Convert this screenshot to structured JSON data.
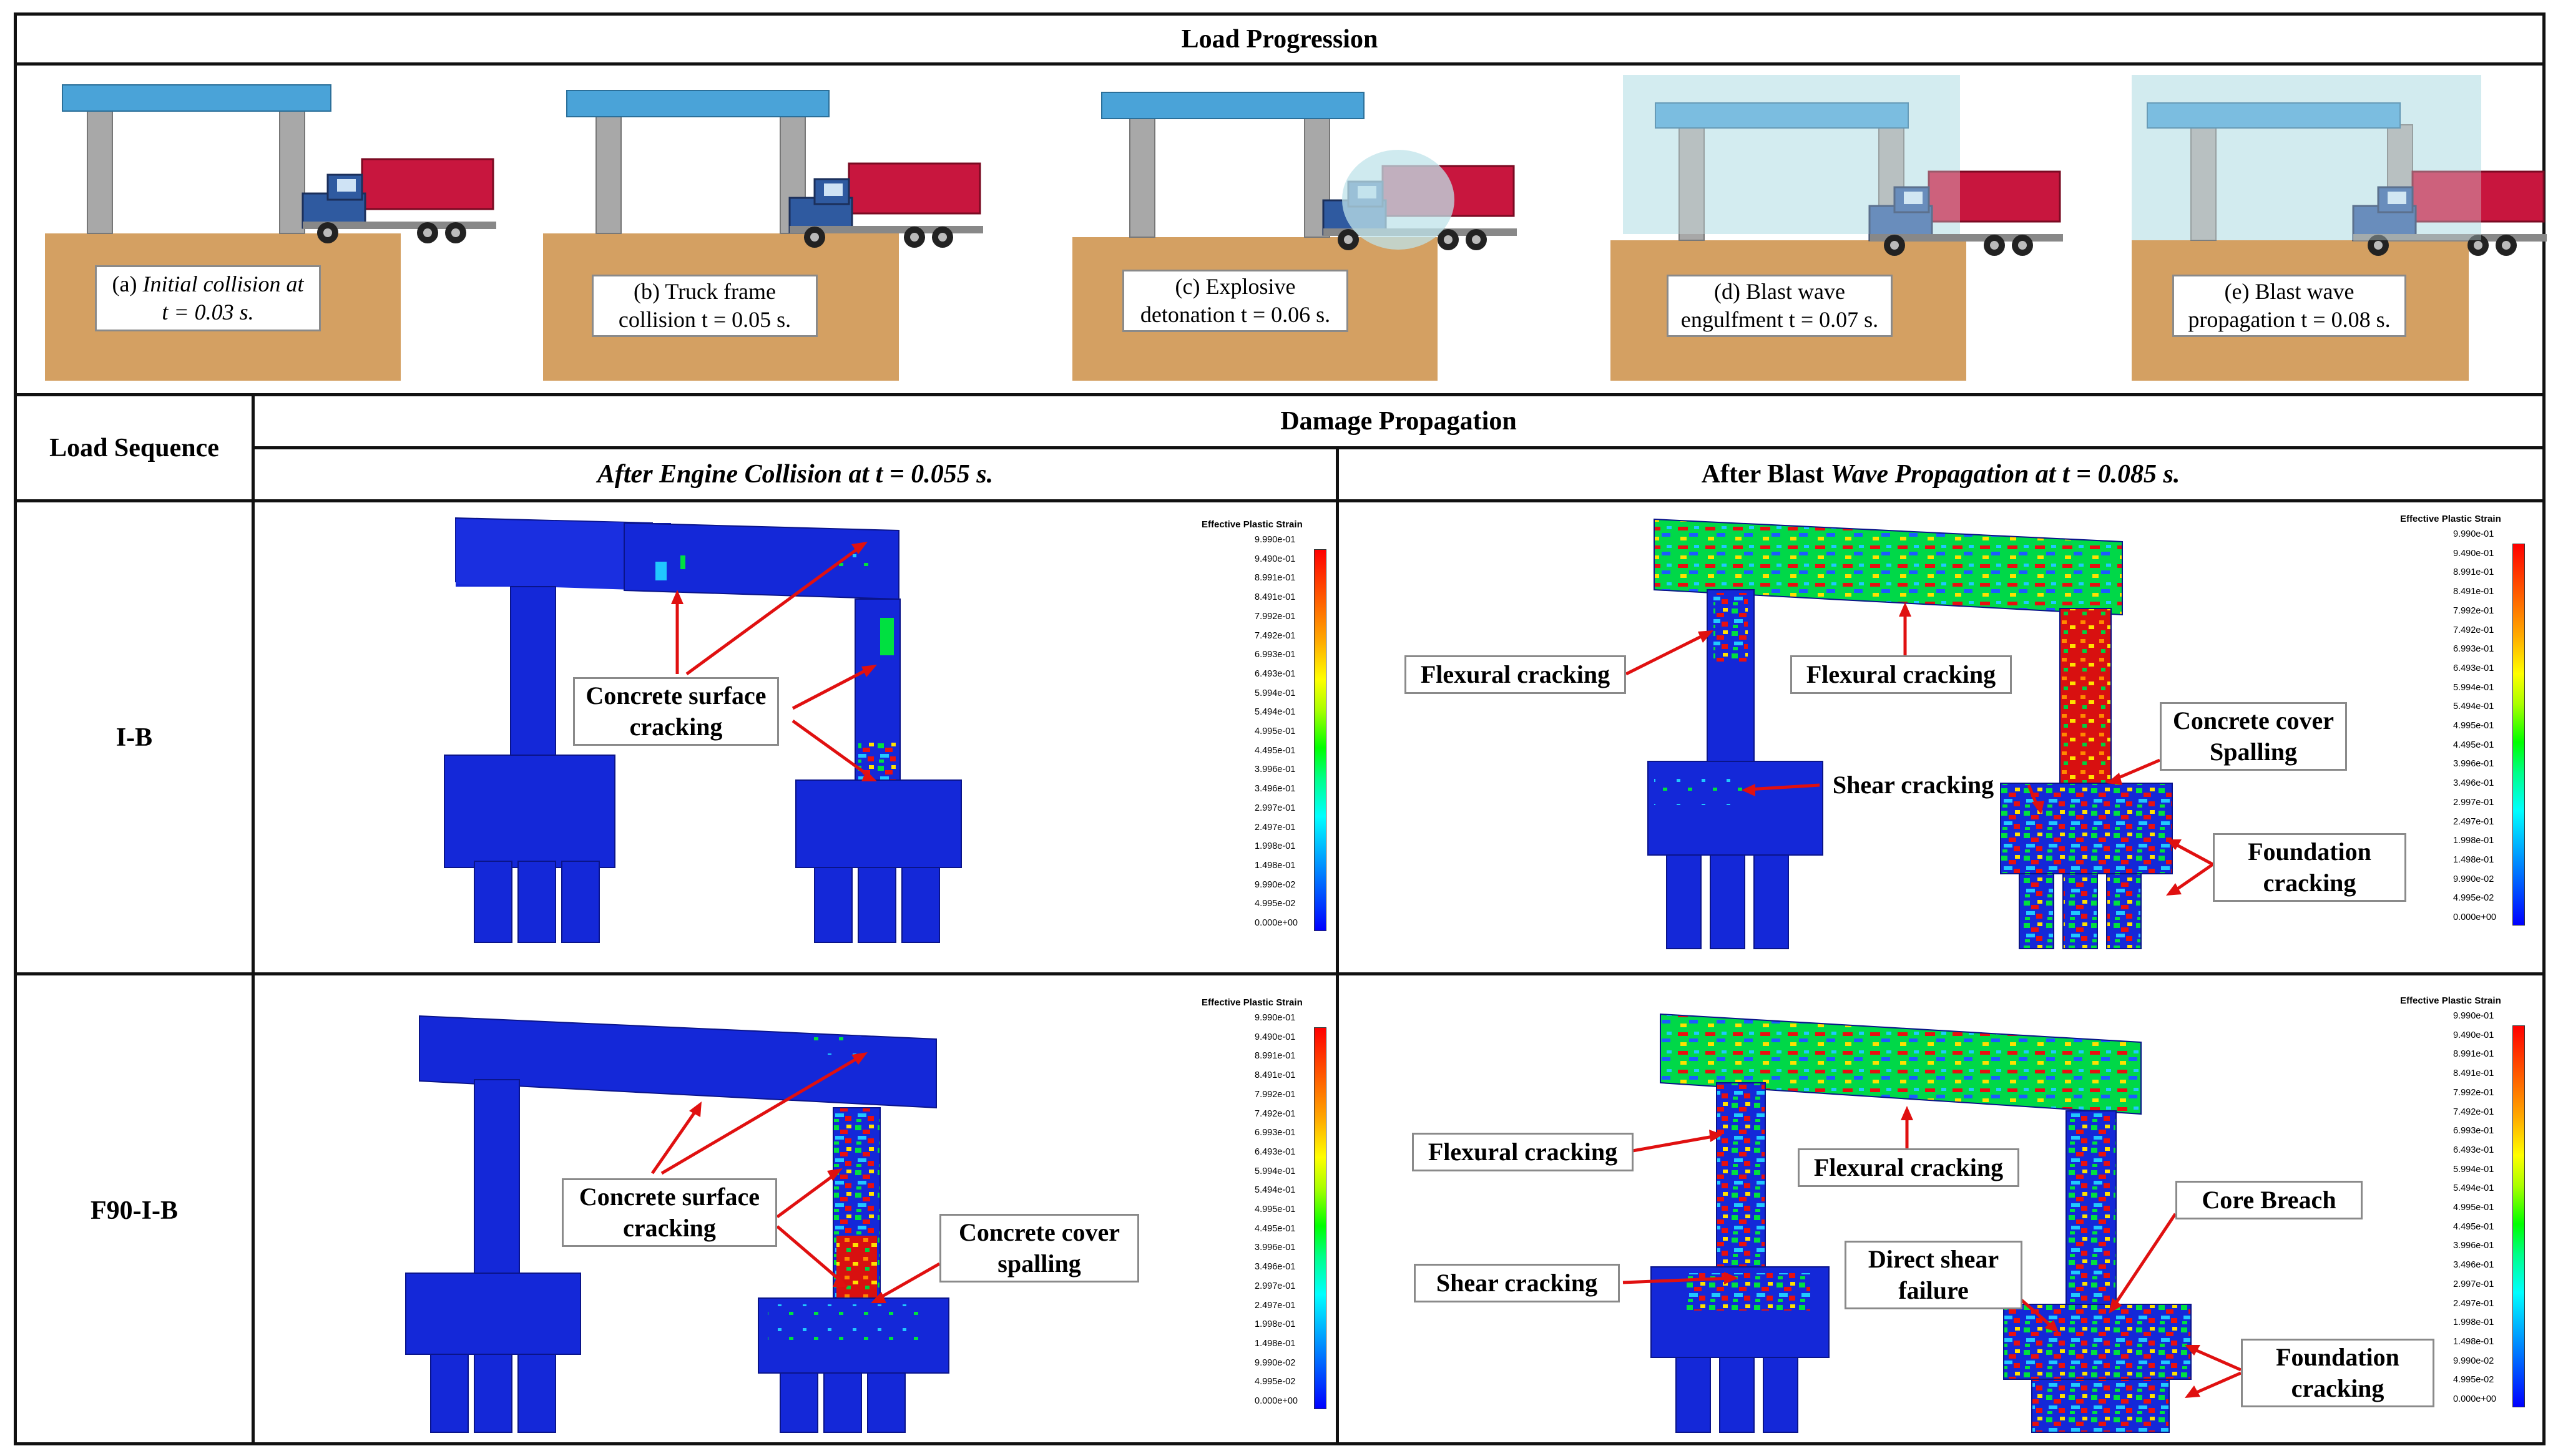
{
  "header": {
    "load_progression": "Load Progression",
    "load_sequence": "Load Sequence",
    "damage_propagation": "Damage Propagation",
    "col_engine": "After Engine Collision at t = 0.055 s.",
    "col_blast_prefix": "After Blast ",
    "col_blast_italic": "Wave Propagation at t = 0.085 s."
  },
  "stages": [
    {
      "line1_plain": "(a) ",
      "line1_ital": "Initial collision at",
      "line2": "t = 0.03 s."
    },
    {
      "line1": "(b) Truck frame",
      "line2": "collision t = 0.05 s."
    },
    {
      "line1": "(c) Explosive",
      "line2": "detonation t = 0.06 s."
    },
    {
      "line1": "(d) Blast wave",
      "line2": "engulfment t = 0.07 s."
    },
    {
      "line1": "(e) Blast wave",
      "line2": "propagation t = 0.08 s."
    }
  ],
  "rows": [
    {
      "label": "I-B"
    },
    {
      "label": "F90-I-B"
    }
  ],
  "callouts": {
    "ib_engine_surface_1": "Concrete surface",
    "ib_engine_surface_2": "cracking",
    "ib_blast_flexural_left": "Flexural cracking",
    "ib_blast_flexural_beam": "Flexural cracking",
    "ib_blast_shear": "Shear cracking",
    "ib_blast_cover_1": "Concrete cover",
    "ib_blast_cover_2": "Spalling",
    "ib_blast_found_1": "Foundation",
    "ib_blast_found_2": "cracking",
    "f90_engine_surface_1": "Concrete surface",
    "f90_engine_surface_2": "cracking",
    "f90_engine_cover_1": "Concrete cover",
    "f90_engine_cover_2": "spalling",
    "f90_blast_flexural_left": "Flexural cracking",
    "f90_blast_flexural_beam": "Flexural cracking",
    "f90_blast_shear": "Shear cracking",
    "f90_blast_direct_1": "Direct shear",
    "f90_blast_direct_2": "failure",
    "f90_blast_core": "Core Breach",
    "f90_blast_found_1": "Foundation",
    "f90_blast_found_2": "cracking"
  },
  "legend": {
    "title": "Effective Plastic Strain",
    "values": [
      "9.990e-01",
      "9.490e-01",
      "8.991e-01",
      "8.491e-01",
      "7.992e-01",
      "7.492e-01",
      "6.993e-01",
      "6.493e-01",
      "5.994e-01",
      "5.494e-01",
      "4.995e-01",
      "4.495e-01",
      "3.996e-01",
      "3.496e-01",
      "2.997e-01",
      "2.497e-01",
      "1.998e-01",
      "1.498e-01",
      "9.990e-02",
      "4.995e-02",
      "0.000e+00"
    ]
  },
  "colors": {
    "deck": "#4aa3d8",
    "pier": "#a8a8a8",
    "ground": "#d4a062",
    "truck_cargo": "#c8163e",
    "truck_cab": "#2f5aa0",
    "fe_blue": "#1428d8",
    "blast_cloud": "#bfe3ea"
  }
}
